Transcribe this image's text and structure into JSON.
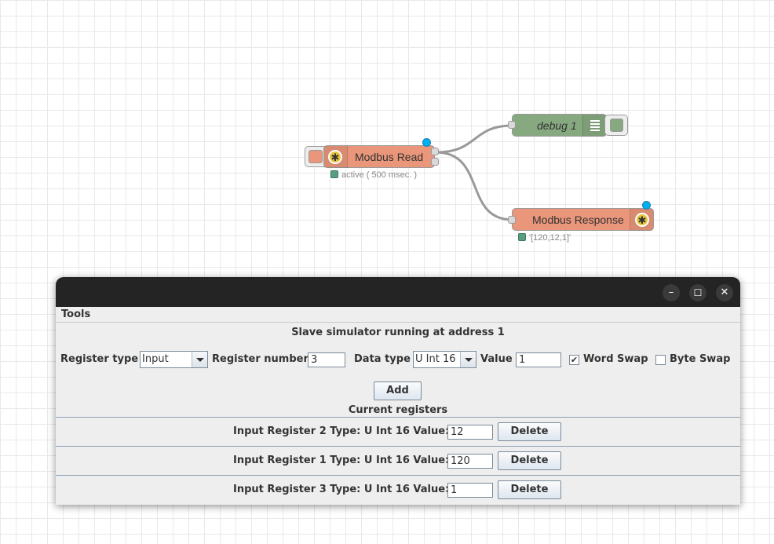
{
  "flow": {
    "modbus_read": {
      "label": "Modbus Read",
      "status": "active ( 500 msec. )",
      "color": "#e9967a"
    },
    "debug": {
      "label": "debug 1",
      "color": "#87a980"
    },
    "modbus_response": {
      "label": "Modbus Response",
      "status": "'[120,12,1]'",
      "color": "#e9967a"
    },
    "icons": {
      "modbus": "gear-icon",
      "debug": "list-icon"
    }
  },
  "window": {
    "controls": {
      "minimize": "–",
      "maximize": "☐",
      "close": "✕"
    },
    "menu": {
      "tools": "Tools"
    },
    "heading": "Slave simulator running at address 1",
    "form": {
      "register_type_label": "Register type",
      "register_type_value": "Input",
      "register_number_label": "Register number",
      "register_number_value": "3",
      "data_type_label": "Data type",
      "data_type_value": "U Int 16",
      "value_label": "Value",
      "value_value": "1",
      "word_swap_label": "Word Swap",
      "word_swap_checked": true,
      "byte_swap_label": "Byte Swap",
      "byte_swap_checked": false,
      "add_button": "Add"
    },
    "registers_heading": "Current registers",
    "registers": [
      {
        "label": "Input Register 2 Type: U Int 16 Value:",
        "value": "12",
        "delete": "Delete"
      },
      {
        "label": "Input Register 1 Type: U Int 16 Value:",
        "value": "120",
        "delete": "Delete"
      },
      {
        "label": "Input Register 3 Type: U Int 16 Value:",
        "value": "1",
        "delete": "Delete"
      }
    ]
  }
}
